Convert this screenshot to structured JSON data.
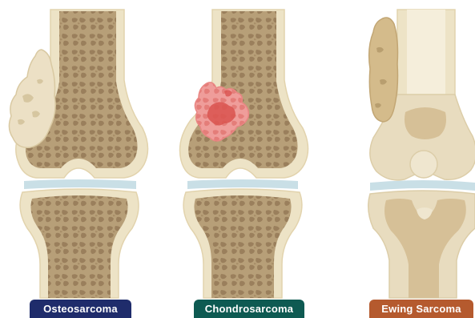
{
  "panels": [
    {
      "label": "Osteosarcoma",
      "label_color": "#1f2c6b"
    },
    {
      "label": "Chondrosarcoma",
      "label_color": "#0e5a52"
    },
    {
      "label": "Ewing Sarcoma",
      "label_color": "#b55a2e"
    }
  ],
  "colors": {
    "bone_outer": "#ede3c6",
    "bone_outline": "#e2d3ad",
    "spongy_bone": "#b79f78",
    "spongy_pores": "#8e7453",
    "cartilage": "#c9dfe6",
    "osteo_tumor": "#ece0c5",
    "chondro_tumor_light": "#ef9d9a",
    "chondro_tumor_dark": "#d9534f",
    "ewing_bone": "#e8dcbf",
    "ewing_marrow": "#d6c097"
  }
}
